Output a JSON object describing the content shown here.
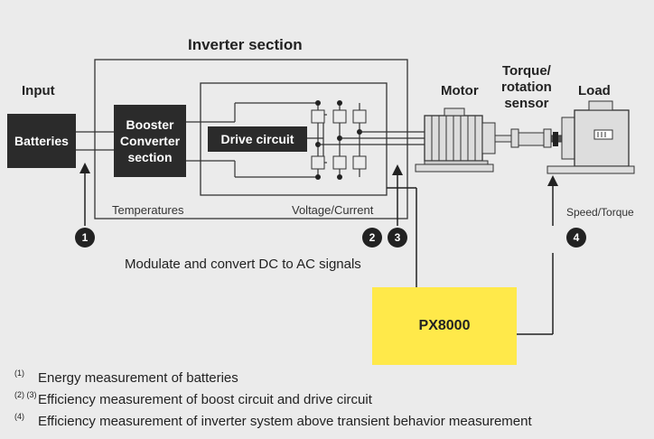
{
  "labels": {
    "input": "Input",
    "inverter_section": "Inverter section",
    "motor": "Motor",
    "torque_sensor": "Torque/\nrotation\nsensor",
    "load": "Load",
    "temperatures": "Temperatures",
    "voltage_current": "Voltage/Current",
    "speed_torque": "Speed/Torque",
    "modulate": "Modulate and convert DC to AC signals"
  },
  "blocks": {
    "batteries": "Batteries",
    "booster": "Booster\nConverter\nsection",
    "drive_circuit": "Drive circuit",
    "px8000": "PX8000"
  },
  "badges": [
    "1",
    "2",
    "3",
    "4"
  ],
  "notes": [
    {
      "marker": "(1)",
      "text": "Energy measurement of batteries"
    },
    {
      "marker": "(2) (3)",
      "text": "Efficiency measurement of boost circuit and drive circuit"
    },
    {
      "marker": "(4)",
      "text": "Efficiency measurement of inverter system above transient behavior measurement"
    }
  ],
  "colors": {
    "background": "#ebebeb",
    "block": "#2b2b2b",
    "accent_yellow": "#ffe94a",
    "line": "#333333"
  }
}
